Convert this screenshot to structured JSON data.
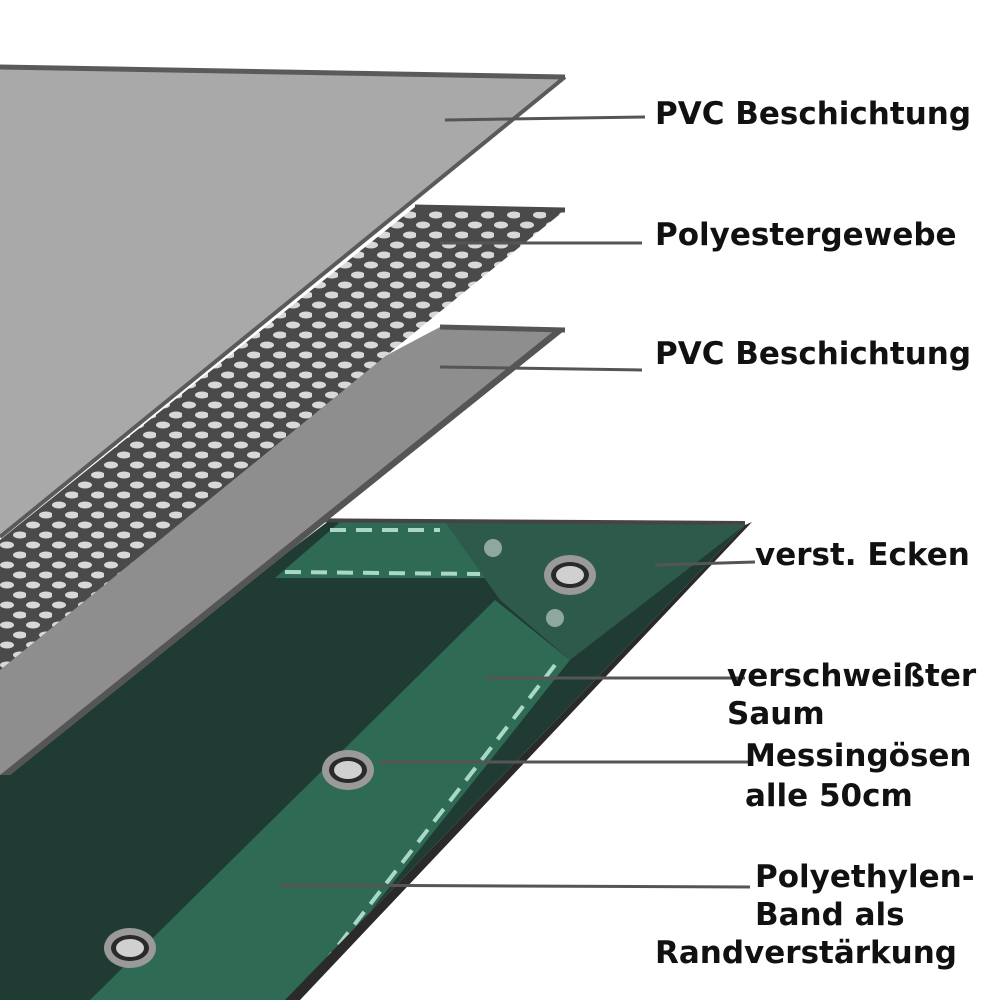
{
  "diagram": {
    "title": "Plane layer structure",
    "colors": {
      "pvc_top": "#a9a9a9",
      "pvc_top_edge": "#5a5a5a",
      "mesh": "#4a4a4a",
      "mesh_hole": "#d8d8d8",
      "pvc_bottom": "#8e8e8e",
      "tarp_dark": "#1f3b33",
      "tarp_mid": "#2d5a4b",
      "tarp_light": "#2f6a55",
      "stitch": "#a9d9c6",
      "eyelet_ring": "#9a9a9a",
      "eyelet_center": "#d0d0d0",
      "leader": "#555555",
      "text": "#111111"
    },
    "labels": [
      {
        "id": "pvc-top",
        "lines": [
          "PVC Beschichtung"
        ]
      },
      {
        "id": "polyester",
        "lines": [
          "Polyestergewebe"
        ]
      },
      {
        "id": "pvc-bottom",
        "lines": [
          "PVC Beschichtung"
        ]
      },
      {
        "id": "corners",
        "lines": [
          "verst. Ecken"
        ]
      },
      {
        "id": "hem",
        "lines": [
          "verschweißter",
          "Saum"
        ]
      },
      {
        "id": "eyelets",
        "lines": [
          "Messingösen",
          "alle 50cm"
        ]
      },
      {
        "id": "band",
        "lines": [
          "Polyethylen-",
          "Band als",
          "Randverstärkung"
        ]
      }
    ]
  }
}
